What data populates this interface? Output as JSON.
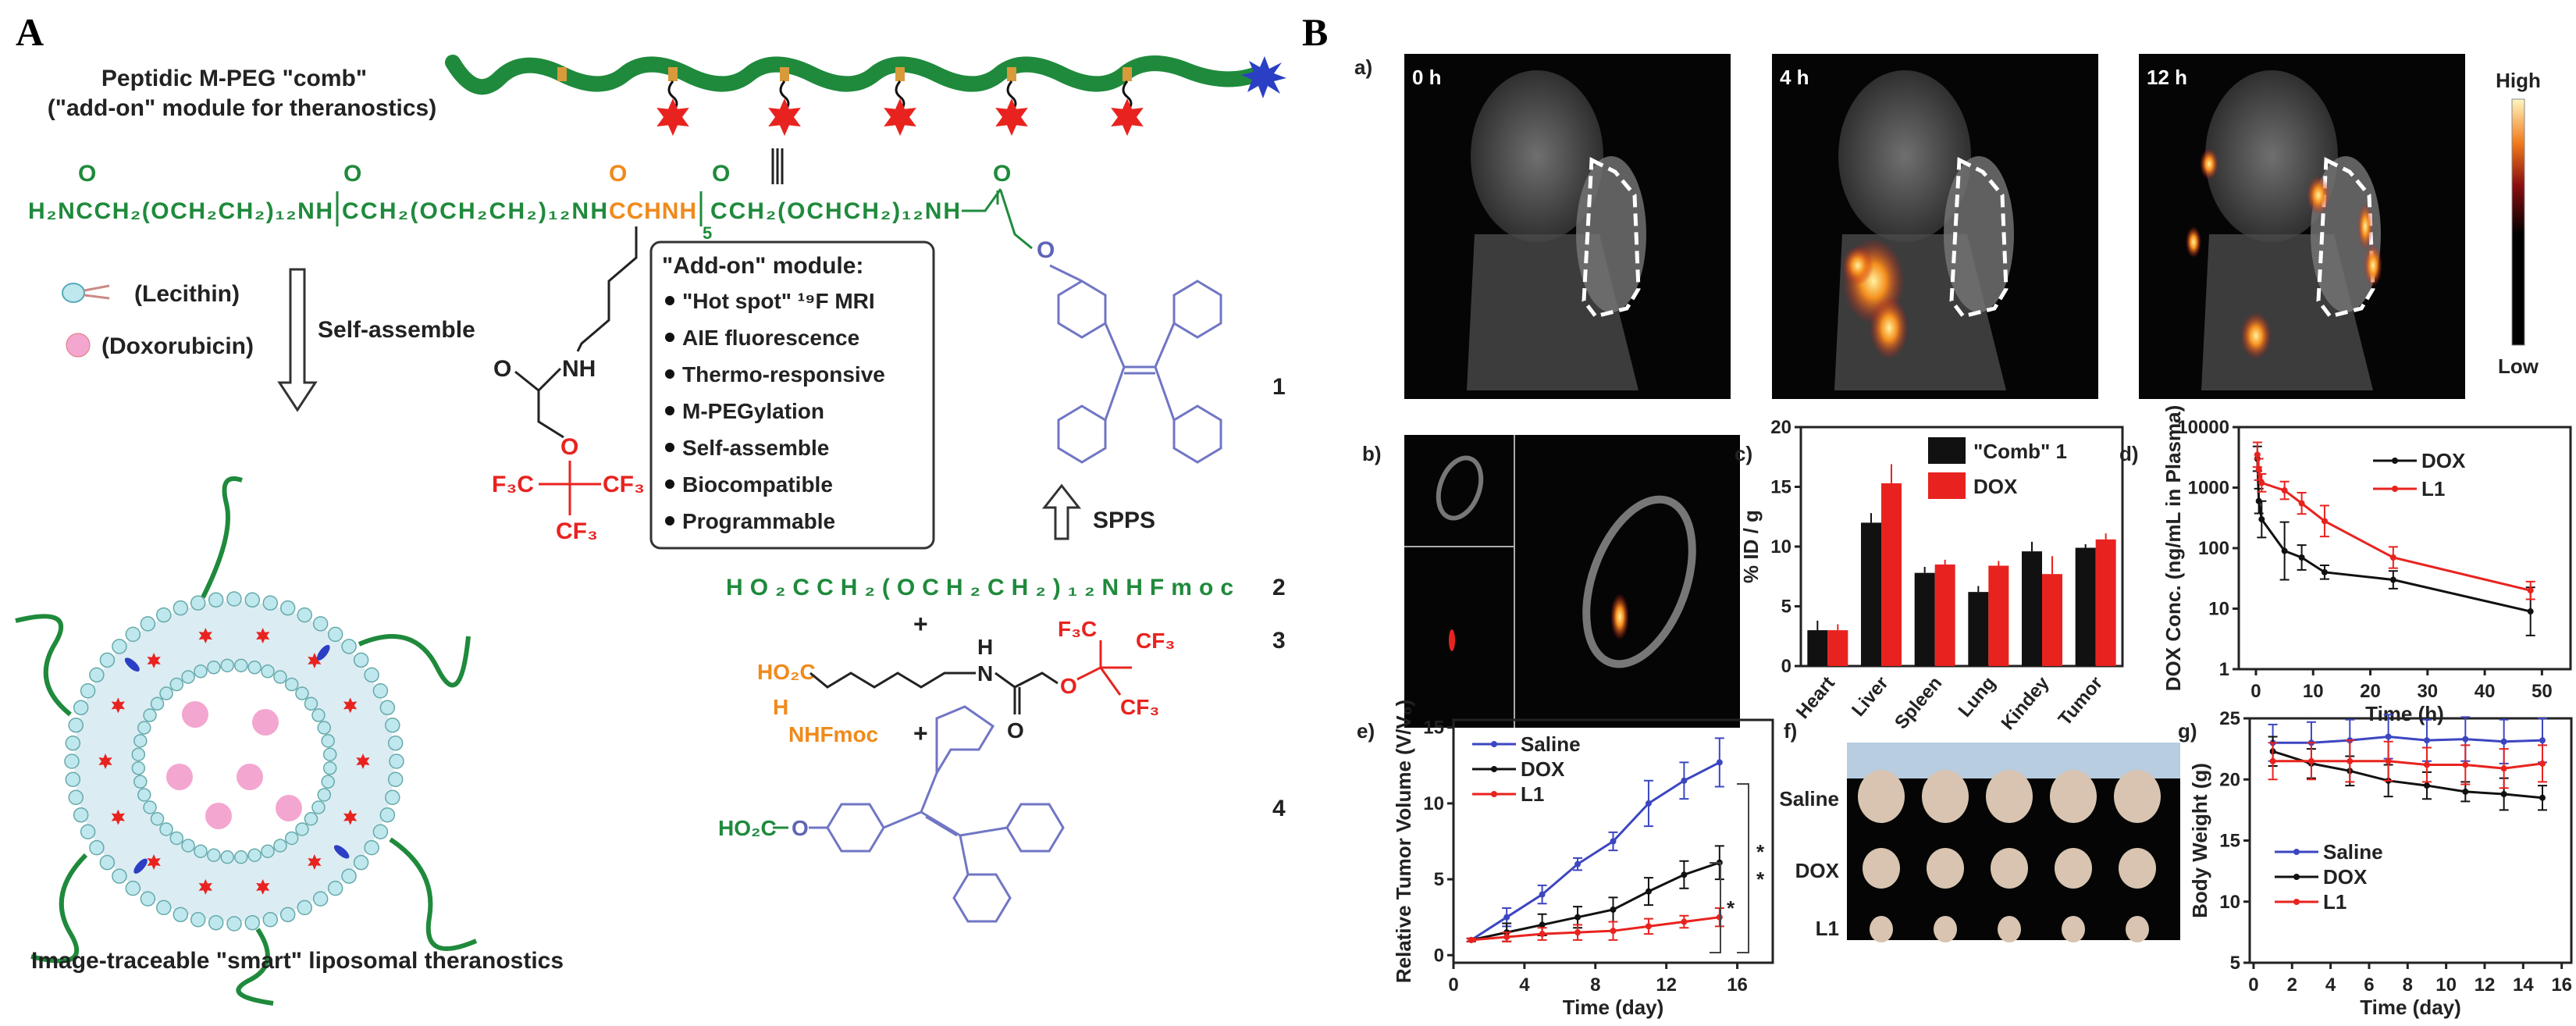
{
  "panelA": {
    "label": "A",
    "comb_title": [
      "Peptidic M-PEG \"comb\"",
      "(\"add-on\" module for theranostics)"
    ],
    "formula": {
      "part1": "H₂NCCH₂(OCH₂CH₂)₁₂NH",
      "part2": "CCH₂(OCH₂CH₂)₁₂NH",
      "part3": "CCHNH",
      "part4": "CCH₂(OCHCH₂)₁₂NH",
      "repeat": "5",
      "oxygen": "O"
    },
    "legend": {
      "lecithin": "(Lecithin)",
      "doxorubicin": "(Doxorubicin)"
    },
    "self_assemble": "Self-assemble",
    "side_chain": {
      "nh": "NH",
      "o_carbonyl": "O",
      "o_ether": "O",
      "f3c": "F₃C",
      "cf3_right": "CF₃",
      "cf3_bottom": "CF₃"
    },
    "addon": {
      "title": "\"Add-on\" module:",
      "items": [
        "\"Hot spot\" ¹⁹F MRI",
        "AIE fluorescence",
        "Thermo-responsive",
        "M-PEGylation",
        "Self-assemble",
        "Biocompatible",
        "Programmable"
      ]
    },
    "tpe_oxygen": "O",
    "compound_numbers": [
      "1",
      "2",
      "3",
      "4"
    ],
    "spps": "SPPS",
    "plus": "+",
    "compound2": "HO₂CCH₂(OCH₂CH₂)₁₂NHFmoc",
    "compound3": {
      "acid": "HO₂C",
      "h": "H",
      "nhfmoc": "NHFmoc",
      "n": "N",
      "nh_h": "H",
      "o_carbonyl": "O",
      "o_ether": "O",
      "f3c": "F₃C",
      "cf3_right": "CF₃",
      "cf3_bottom": "CF₃"
    },
    "compound4": {
      "acid": "HO₂C",
      "o": "O"
    },
    "caption": "Image-traceable \"smart\" liposomal theranostics"
  },
  "panelB": {
    "label": "B",
    "a": {
      "label": "a)",
      "timepoints": [
        "0 h",
        "4 h",
        "12 h"
      ],
      "colorbar": {
        "high": "High",
        "low": "Low",
        "colors": [
          "#000000",
          "#3a0000",
          "#c0161a",
          "#f07a1a",
          "#fff3b0"
        ]
      }
    },
    "b": {
      "label": "b)"
    },
    "c": {
      "label": "c)"
    },
    "d": {
      "label": "d)"
    },
    "e": {
      "label": "e)"
    },
    "f": {
      "label": "f)",
      "rows": [
        "Saline",
        "DOX",
        "L1"
      ]
    },
    "g": {
      "label": "g)"
    }
  },
  "colors": {
    "black": "#111111",
    "red": "#e8231f",
    "blue": "#3c46c0",
    "green": "#1f8a3c",
    "orange": "#f08a1c"
  },
  "chart_data": [
    {
      "panel": "c",
      "type": "bar",
      "categories": [
        "Heart",
        "Liver",
        "Spleen",
        "Lung",
        "Kindey",
        "Tumor"
      ],
      "series": [
        {
          "name": "\"Comb\" 1",
          "values": [
            3.0,
            12.0,
            7.8,
            6.2,
            9.6,
            9.9
          ],
          "err": [
            0.8,
            0.8,
            0.5,
            0.5,
            0.8,
            0.3
          ],
          "color": "#111111"
        },
        {
          "name": "DOX",
          "values": [
            3.0,
            15.3,
            8.5,
            8.4,
            7.7,
            10.6
          ],
          "err": [
            0.5,
            1.6,
            0.4,
            0.4,
            1.5,
            0.5
          ],
          "color": "#e8231f"
        }
      ],
      "ylabel": "% ID / g",
      "ylim": [
        0,
        20
      ],
      "yticks": [
        "0",
        "5",
        "10",
        "15",
        "20"
      ],
      "legend": "top-right",
      "grid": false
    },
    {
      "panel": "d",
      "type": "line",
      "yscale": "log",
      "series": [
        {
          "name": "DOX",
          "x": [
            0.25,
            0.5,
            1,
            5,
            8,
            12,
            24,
            48
          ],
          "y": [
            3000,
            600,
            300,
            90,
            70,
            40,
            30,
            9
          ],
          "err_factor": [
            1.6,
            1.6,
            2.0,
            3.0,
            1.6,
            1.3,
            1.4,
            2.5
          ],
          "color": "#111111"
        },
        {
          "name": "L1",
          "x": [
            0.25,
            0.5,
            1,
            5,
            8,
            12,
            24,
            48
          ],
          "y": [
            3500,
            2000,
            1200,
            900,
            550,
            280,
            70,
            20
          ],
          "err_factor": [
            1.6,
            1.5,
            1.4,
            1.4,
            1.5,
            1.8,
            1.5,
            1.4
          ],
          "color": "#e8231f"
        }
      ],
      "xlabel": "Time (h)",
      "ylabel": "DOX Conc. (ng/mL in Plasma)",
      "xlim": [
        -3,
        55
      ],
      "ylim": [
        1,
        10000
      ],
      "xticks": [
        "0",
        "10",
        "20",
        "30",
        "40",
        "50"
      ],
      "yticks": [
        "1",
        "10",
        "100",
        "1000",
        "10000"
      ],
      "legend": "top-right"
    },
    {
      "panel": "e",
      "type": "line",
      "series": [
        {
          "name": "Saline",
          "x": [
            1,
            3,
            5,
            7,
            9,
            11,
            13,
            15
          ],
          "y": [
            1,
            2.5,
            4.0,
            6.0,
            7.5,
            10.0,
            11.5,
            12.7
          ],
          "err": [
            0.1,
            0.6,
            0.6,
            0.4,
            0.6,
            1.5,
            1.2,
            1.6
          ],
          "color": "#3c46c0"
        },
        {
          "name": "DOX",
          "x": [
            1,
            3,
            5,
            7,
            9,
            11,
            13,
            15
          ],
          "y": [
            1,
            1.5,
            2.0,
            2.5,
            3.0,
            4.2,
            5.3,
            6.1
          ],
          "err": [
            0.1,
            0.6,
            0.7,
            0.7,
            0.8,
            0.9,
            0.9,
            1.1
          ],
          "color": "#111111"
        },
        {
          "name": "L1",
          "x": [
            1,
            3,
            5,
            7,
            9,
            11,
            13,
            15
          ],
          "y": [
            1,
            1.2,
            1.4,
            1.5,
            1.6,
            1.9,
            2.2,
            2.5
          ],
          "err": [
            0.1,
            0.3,
            0.4,
            0.5,
            0.6,
            0.5,
            0.4,
            0.6
          ],
          "color": "#e8231f"
        }
      ],
      "xlabel": "Time (day)",
      "ylabel": "Relative Tumor Volume (V/V₀)",
      "xlim": [
        0,
        18
      ],
      "ylim": [
        -0.5,
        15.5
      ],
      "xticks": [
        "0",
        "4",
        "8",
        "12",
        "16"
      ],
      "yticks": [
        "0",
        "5",
        "10",
        "15"
      ],
      "legend": "top-left",
      "annotations": [
        "*",
        "*",
        "*"
      ]
    },
    {
      "panel": "g",
      "type": "line",
      "series": [
        {
          "name": "Saline",
          "x": [
            1,
            3,
            5,
            7,
            9,
            11,
            13,
            15
          ],
          "y": [
            23.0,
            23.0,
            23.2,
            23.5,
            23.2,
            23.3,
            23.1,
            23.2
          ],
          "err": [
            1.5,
            1.7,
            1.7,
            1.8,
            1.7,
            1.8,
            1.8,
            1.8
          ],
          "color": "#3c46c0"
        },
        {
          "name": "DOX",
          "x": [
            1,
            3,
            5,
            7,
            9,
            11,
            13,
            15
          ],
          "y": [
            22.3,
            21.3,
            20.7,
            19.9,
            19.5,
            19.0,
            18.8,
            18.5
          ],
          "err": [
            1.2,
            1.2,
            1.2,
            1.3,
            1.1,
            0.8,
            1.3,
            1.0
          ],
          "color": "#111111"
        },
        {
          "name": "L1",
          "x": [
            1,
            3,
            5,
            7,
            9,
            11,
            13,
            15
          ],
          "y": [
            21.5,
            21.5,
            21.5,
            21.5,
            21.2,
            21.2,
            20.9,
            21.3
          ],
          "err": [
            1.5,
            1.5,
            1.7,
            1.6,
            1.4,
            1.6,
            1.6,
            1.5
          ],
          "color": "#e8231f"
        }
      ],
      "xlabel": "Time (day)",
      "ylabel": "Body Weight (g)",
      "xlim": [
        -0.2,
        16.5
      ],
      "ylim": [
        5,
        25
      ],
      "xticks": [
        "0",
        "2",
        "4",
        "6",
        "8",
        "10",
        "12",
        "14",
        "16"
      ],
      "yticks": [
        "5",
        "10",
        "15",
        "20",
        "25"
      ],
      "legend": "center-left"
    }
  ]
}
